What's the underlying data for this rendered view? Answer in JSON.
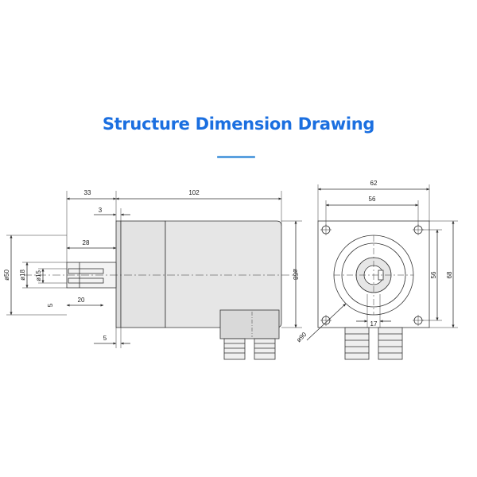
{
  "title": "Structure Dimension Drawing",
  "colors": {
    "title": "#1b6fe0",
    "title_rule": "#5aa0df",
    "line": "#333333",
    "body_fill": "#e3e3e3",
    "body_fill_dark": "#d6d6d6"
  },
  "side_view": {
    "dim_33": "33",
    "dim_102": "102",
    "dim_3": "3",
    "dim_28": "28",
    "dim_20": "20",
    "dim_5_bottom": "5",
    "dia_50": "ø50",
    "dia_18": "ø18",
    "dia_15": "ø15",
    "dim_5_side": "5",
    "dia_68": "ø68"
  },
  "front_view": {
    "dim_62": "62",
    "dim_56_top": "56",
    "dim_56_right": "56",
    "dim_68_right": "68",
    "dia_90": "ø90",
    "dim_17": "17"
  }
}
